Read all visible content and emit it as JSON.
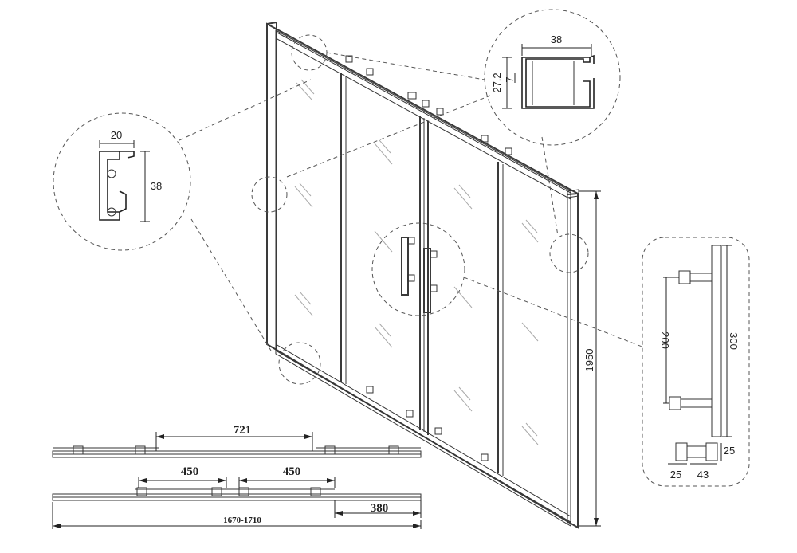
{
  "profile_top": {
    "width_label": "38",
    "height_label_a": "27.2",
    "height_label_b": "7"
  },
  "profile_side": {
    "width_label": "20",
    "height_label": "38"
  },
  "door_height": "1950",
  "handle": {
    "spacing_label": "200",
    "length_label": "300",
    "standoff_label": "25",
    "depth_label": "43",
    "diameter_label": "25"
  },
  "plan_open": {
    "opening_label": "721"
  },
  "plan_closed": {
    "panel_a_label": "450",
    "panel_b_label": "450",
    "fixed_label": "380",
    "overall_label": "1670-1710"
  }
}
